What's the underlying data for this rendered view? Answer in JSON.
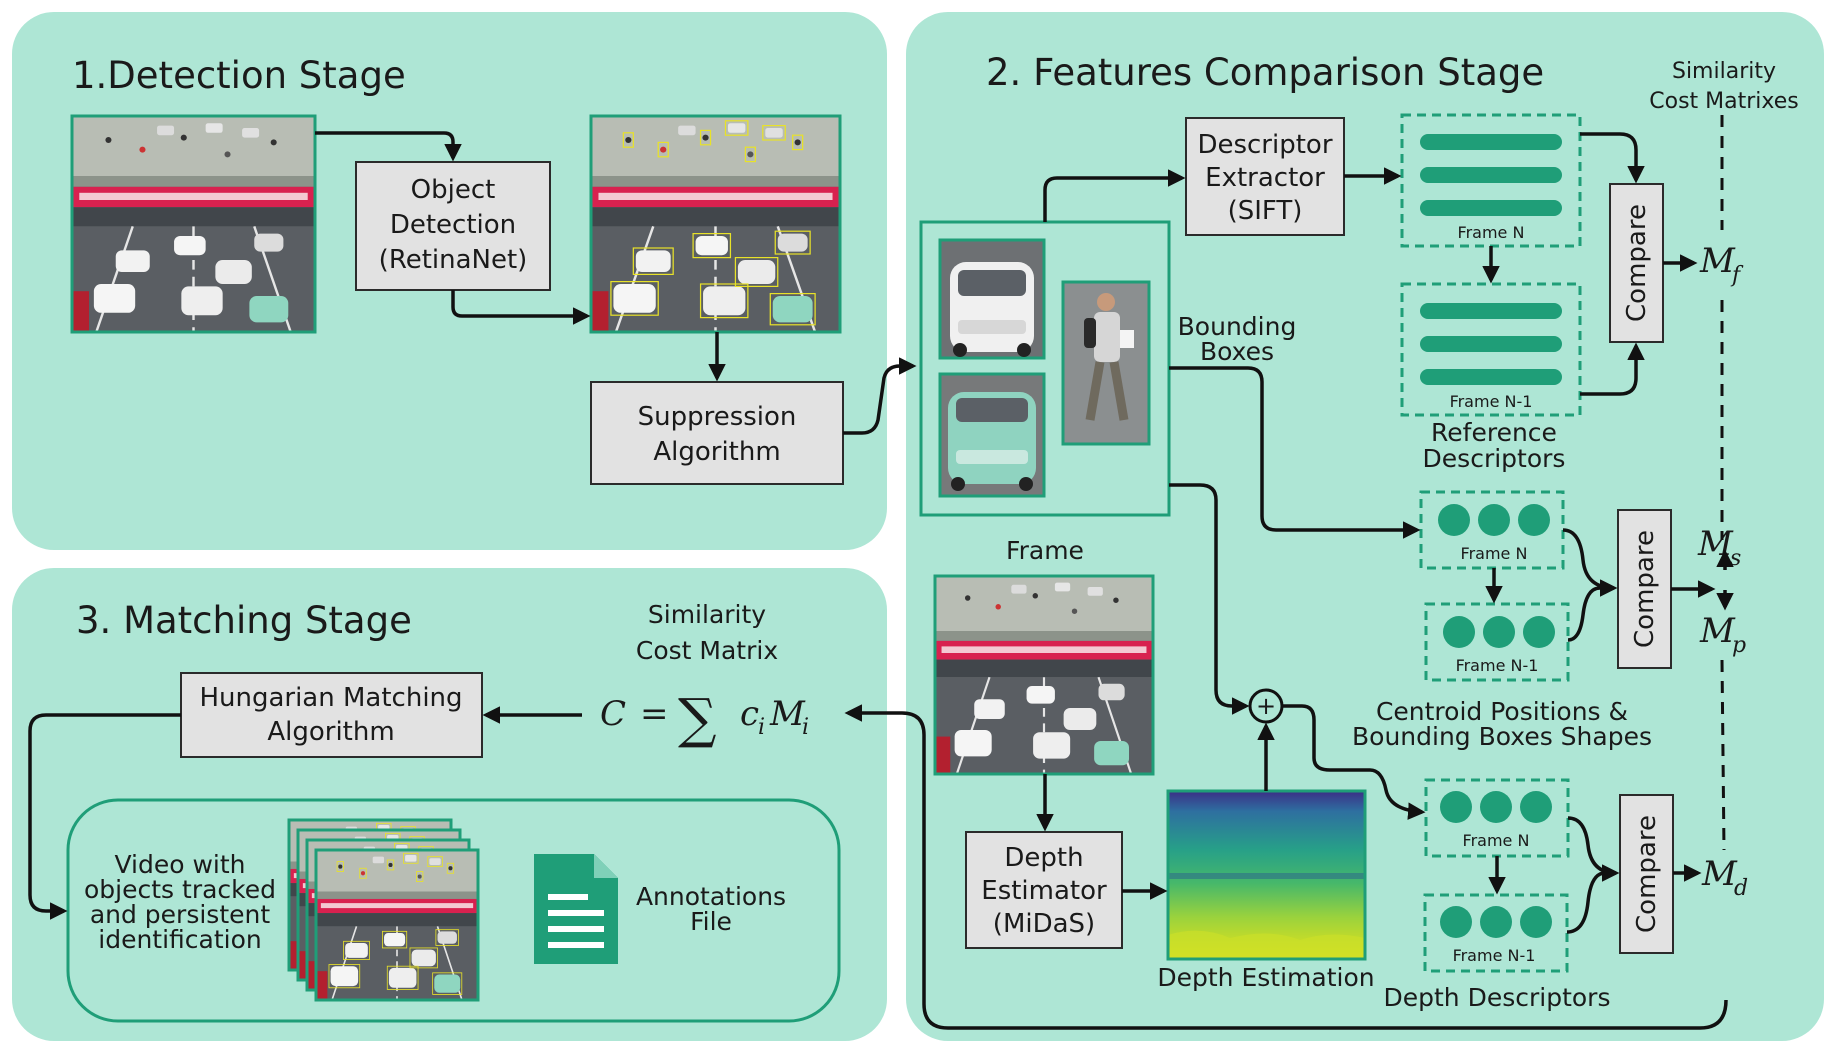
{
  "stages": {
    "detection": {
      "title": "1.Detection Stage",
      "object_detection": [
        "Object",
        "Detection",
        "(RetinaNet)"
      ],
      "suppression": [
        "Suppression",
        "Algorithm"
      ]
    },
    "features": {
      "title": "2. Features Comparison Stage",
      "similarity_header": [
        "Similarity",
        "Cost Matrixes"
      ],
      "descriptor_extractor": [
        "Descriptor",
        "Extractor",
        "(SIFT)"
      ],
      "bounding_boxes": [
        "Bounding",
        "Boxes"
      ],
      "frame_label": "Frame",
      "frame_n": "Frame N",
      "frame_n_1": "Frame N-1",
      "reference_descriptors": [
        "Reference",
        "Descriptors"
      ],
      "compare": "Compare",
      "centroid_label": [
        "Centroid Positions &",
        "Bounding Boxes Shapes"
      ],
      "depth_estimator": [
        "Depth",
        "Estimator",
        "(MiDaS)"
      ],
      "depth_estimation": "Depth Estimation",
      "depth_descriptors": "Depth Descriptors",
      "plus": "+",
      "matrices": [
        {
          "base": "M",
          "sub": "f"
        },
        {
          "base": "M",
          "sub": "s"
        },
        {
          "base": "M",
          "sub": "p"
        },
        {
          "base": "M",
          "sub": "d"
        }
      ]
    },
    "matching": {
      "title": "3. Matching Stage",
      "similarity_cost": [
        "Similarity",
        "Cost Matrix"
      ],
      "formula": {
        "lhs": "C",
        "eq": "=",
        "sum": "∑",
        "term": "c",
        "term_sub": "i",
        "matrix": "M",
        "matrix_sub": "i"
      },
      "hungarian": [
        "Hungarian Matching",
        "Algorithm"
      ],
      "video_label": [
        "Video with",
        "objects tracked",
        "and persistent",
        "identification"
      ],
      "annotations": [
        "Annotations",
        "File"
      ]
    }
  },
  "colors": {
    "panel": "#aee6d5",
    "accent": "#1f9e78",
    "box_fill": "#e2e2e2",
    "banner": "#d8214f",
    "road": "#5a5e63"
  },
  "icons": [
    "document-icon",
    "plus-circle-icon"
  ]
}
